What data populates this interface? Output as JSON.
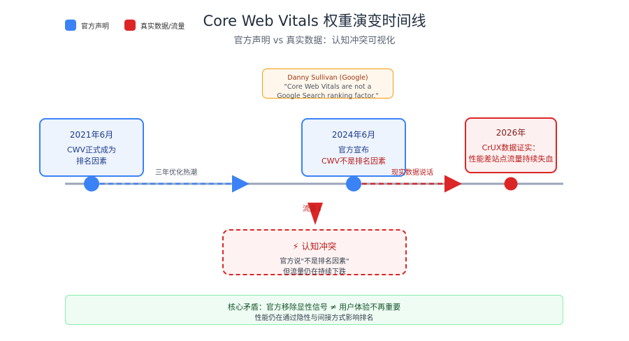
{
  "header": {
    "title": "Core Web Vitals 权重演变时间线",
    "subtitle": "官方声明 vs 真实数据：认知冲突可视化"
  },
  "legend": [
    {
      "label": "官方声明",
      "color": "#3b82f6"
    },
    {
      "label": "真实数据/流量",
      "color": "#dc2626"
    }
  ],
  "quote": {
    "author": "Danny Sullivan (Google)",
    "line1": "\"Core Web Vitals are not a",
    "line2": "Google Search ranking factor.\""
  },
  "events": [
    {
      "date": "2021年6月",
      "line1": "CWV正式成为",
      "line2": "排名因素"
    },
    {
      "date": "2024年6月",
      "line1": "官方宣布",
      "line2": "CWV不是排名因素"
    },
    {
      "date": "2026年",
      "line1": "CrUX数据证实：",
      "line2": "性能差站点流量持续失血"
    }
  ],
  "timeline": {
    "segment1_label": "三年优化热潮",
    "segment2_label": "现实数据说话",
    "drop_label": "流量↓"
  },
  "conflict": {
    "title": "⚡ 认知冲突",
    "line1": "官方说\"不是排名因素\"",
    "line2": "但流量仍在持续下跌"
  },
  "core": {
    "line1": "核心矛盾：官方移除显性信号 ≠ 用户体验不再重要",
    "line2": "性能仍在通过隐性与间接方式影响排名"
  },
  "colors": {
    "blue": "#3b82f6",
    "red": "#dc2626",
    "axis": "#9aa5b8"
  }
}
